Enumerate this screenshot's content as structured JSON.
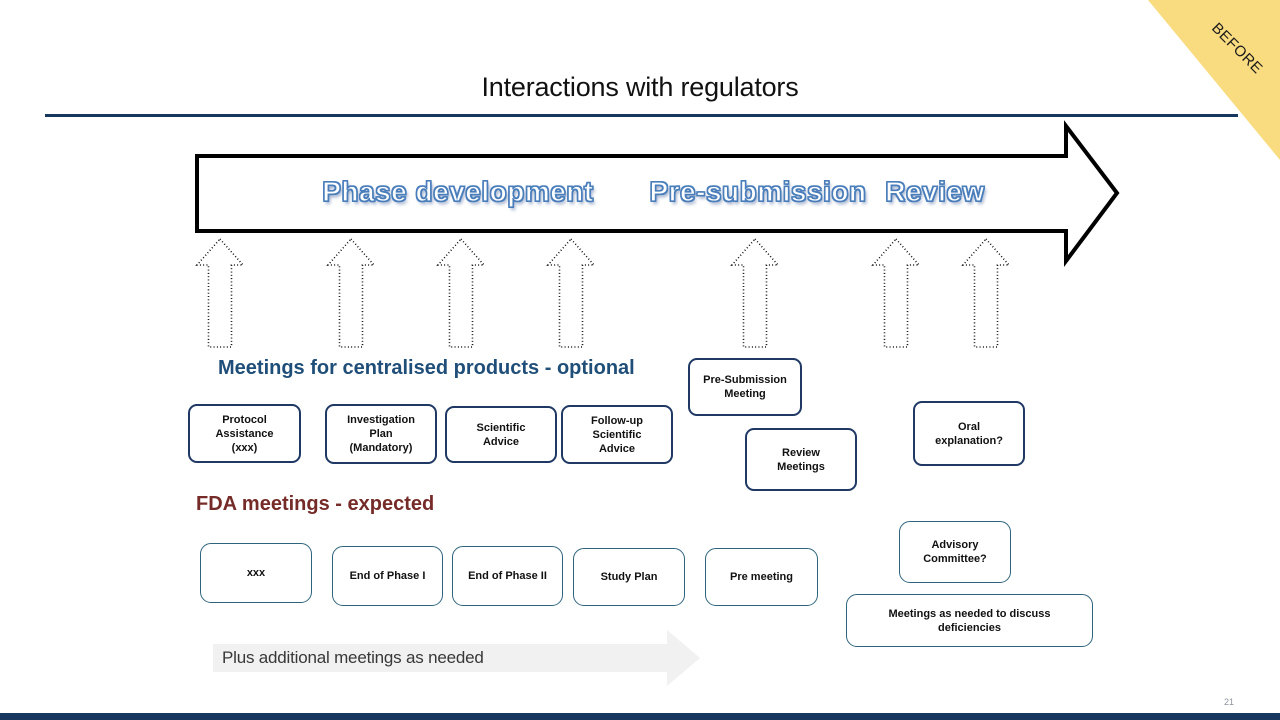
{
  "ribbon": {
    "label": "BEFORE",
    "color": "#F9DC80"
  },
  "title": "Interactions with regulators",
  "timeline": {
    "phases": [
      "Phase development",
      "Pre-submission",
      "Review"
    ],
    "outline_color": "#4a7ebb"
  },
  "sections": {
    "ema": {
      "heading": "Meetings for centralised products - optional",
      "heading_color": "#1F4E79",
      "box_border_color": "#1F3864",
      "boxes": [
        {
          "lines": [
            "Protocol",
            "Assistance",
            "(xxx)"
          ]
        },
        {
          "lines": [
            "Investigation",
            "Plan",
            "(Mandatory)"
          ]
        },
        {
          "lines": [
            "Scientific",
            "Advice"
          ]
        },
        {
          "lines": [
            "Follow-up",
            "Scientific",
            "Advice"
          ]
        },
        {
          "lines": [
            "Pre-Submission",
            "Meeting"
          ]
        },
        {
          "lines": [
            "Review",
            "Meetings"
          ]
        },
        {
          "lines": [
            "Oral",
            "explanation?"
          ]
        }
      ]
    },
    "fda": {
      "heading": "FDA meetings - expected",
      "heading_color": "#752B28",
      "box_border_color": "#2E647C",
      "boxes": [
        {
          "lines": [
            "xxx"
          ]
        },
        {
          "lines": [
            "End of Phase I"
          ]
        },
        {
          "lines": [
            "End of Phase II"
          ]
        },
        {
          "lines": [
            "Study Plan"
          ]
        },
        {
          "lines": [
            "Pre meeting"
          ]
        },
        {
          "lines": [
            "Advisory",
            "Committee?"
          ]
        },
        {
          "lines": [
            "Meetings as needed to discuss",
            "deficiencies"
          ]
        }
      ]
    }
  },
  "footer_arrow": {
    "label": "Plus additional meetings as needed"
  },
  "page_number": "21",
  "colors": {
    "accent_navy": "#17375E",
    "ribbon_yellow": "#F9DC80",
    "footer_gray": "#F1F1F1"
  }
}
